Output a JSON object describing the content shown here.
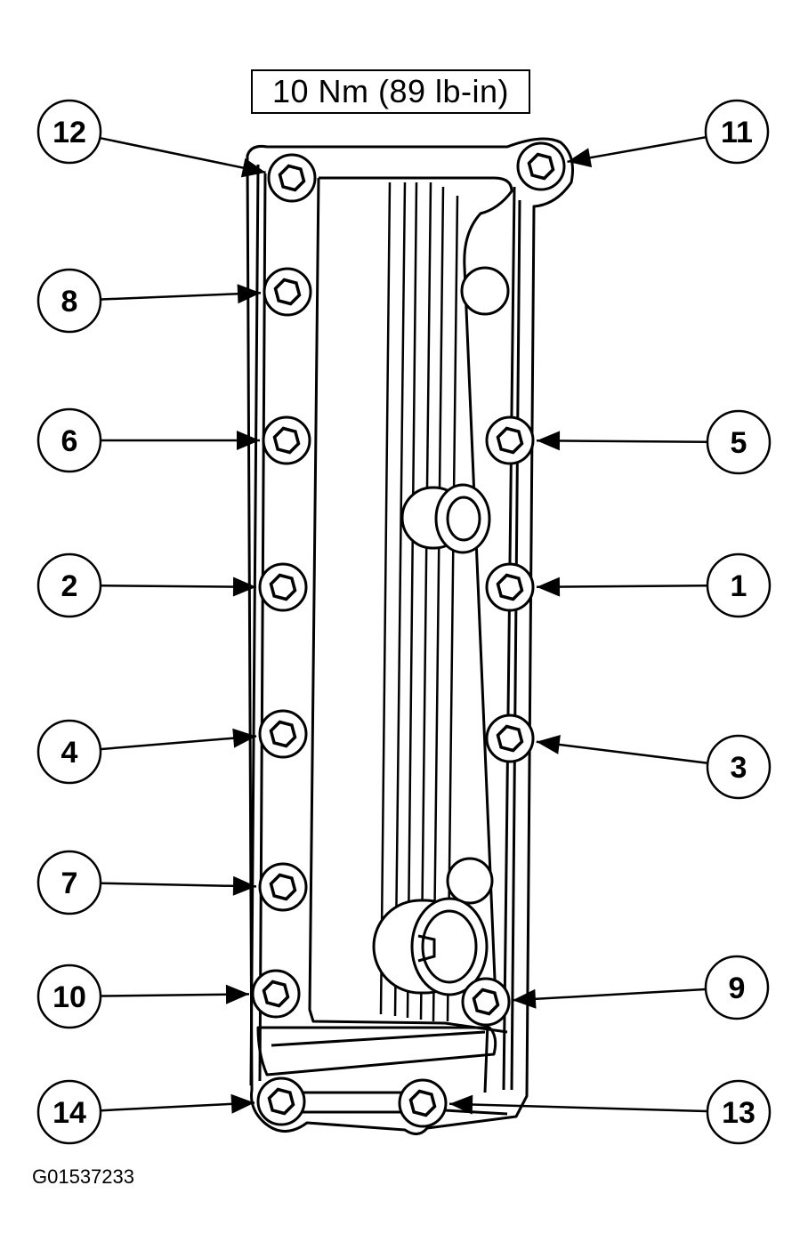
{
  "torque_spec": "10 Nm (89 lb-in)",
  "figure_id": "G01537233",
  "callouts": [
    "12",
    "11",
    "8",
    "6",
    "5",
    "2",
    "1",
    "4",
    "3",
    "7",
    "10",
    "9",
    "14",
    "13"
  ],
  "colors": {
    "line": "#000000",
    "background": "#ffffff"
  },
  "icons": {
    "bolt": "hex-bolt-icon",
    "arrow": "arrow-icon"
  }
}
